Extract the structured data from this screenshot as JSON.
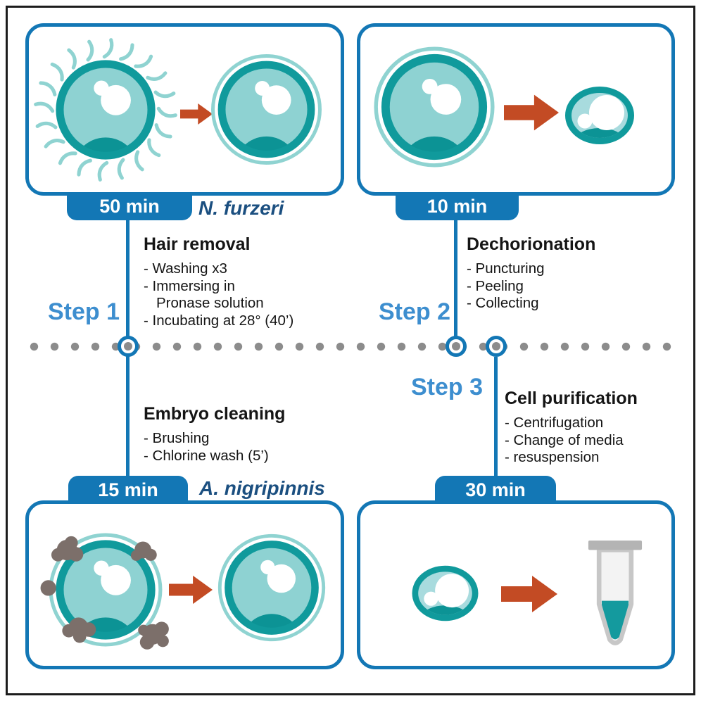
{
  "figure": {
    "description": "Fish embryo processing protocol workflow with four illustrated panels on a dotted timeline"
  },
  "timeline": {
    "steps": [
      {
        "label": "Step 1"
      },
      {
        "label": "Step 2"
      },
      {
        "label": "Step 3"
      }
    ]
  },
  "panels": {
    "hair_removal": {
      "time": "50 min",
      "species": "N. furzeri",
      "title": "Hair removal",
      "items": [
        "- Washing x3",
        "- Immersing in",
        "Pronase solution",
        "- Incubating at 28° (40’)"
      ]
    },
    "dechorionation": {
      "time": "10 min",
      "title": "Dechorionation",
      "items": [
        "- Puncturing",
        "- Peeling",
        "- Collecting"
      ]
    },
    "embryo_cleaning": {
      "time": "15 min",
      "species": "A. nigripinnis",
      "title": "Embryo cleaning",
      "items": [
        "- Brushing",
        "- Chlorine wash (5’)"
      ]
    },
    "cell_purification": {
      "time": "30 min",
      "title": "Cell purification",
      "items": [
        "- Centrifugation",
        "- Change of media",
        "- resuspension"
      ]
    }
  },
  "icons": {
    "hairy_embryo": "embryo with chorionic hairs",
    "clean_embryo": "embryo in chorion",
    "dechorionated_embryo": "dechorionated embryo",
    "dirty_embryo": "embryo with debris",
    "arrow": "process arrow right",
    "tube": "microcentrifuge tube with cell suspension",
    "timeline_node": "timeline connector circle"
  },
  "colors": {
    "blue_main": "#1377b5",
    "step_label_blue": "#3d8ecf",
    "species_navy": "#1b4f80",
    "arrow_orange": "#c34b24",
    "teal_dark": "#109a9c",
    "teal_light": "#8ed2d2",
    "embryo_inner_pale": "#a8dbde",
    "timeline_dot_gray": "#8c8c8c",
    "dirt_brown": "#7c6f6a",
    "tube_cap_gray": "#b4b4b4",
    "liquid_teal": "#149a9e",
    "frame_black": "#1c1c1c"
  }
}
